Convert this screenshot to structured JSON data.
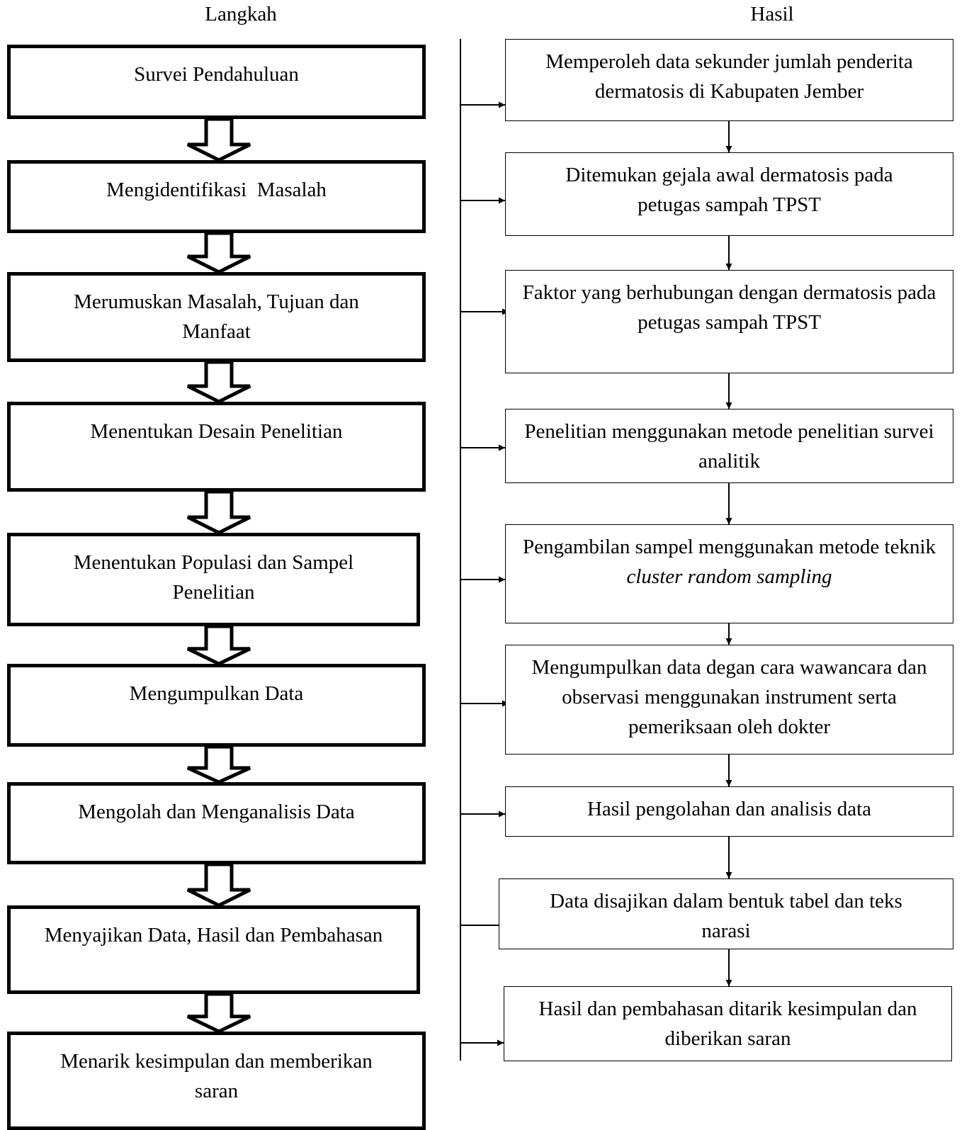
{
  "headers": {
    "left": "Langkah",
    "right": "Hasil"
  },
  "steps": [
    "Survei Pendahuluan",
    "Mengidentifikasi  Masalah",
    "Merumuskan Masalah, Tujuan dan Manfaat",
    "Menentukan Desain Penelitian",
    "Menentukan Populasi dan Sampel Penelitian",
    "Mengumpulkan Data",
    "Mengolah dan Menganalisis Data",
    "Menyajikan Data, Hasil dan Pembahasan",
    "Menarik kesimpulan dan memberikan saran"
  ],
  "results": [
    {
      "text": "Memperoleh data sekunder jumlah penderita dermatosis di Kabupaten Jember"
    },
    {
      "text": "Ditemukan gejala awal dermatosis pada petugas sampah TPST"
    },
    {
      "text": "Faktor yang berhubungan dengan dermatosis pada petugas sampah TPST"
    },
    {
      "text": "Penelitian menggunakan metode penelitian survei analitik"
    },
    {
      "text": "Pengambilan sampel menggunakan metode teknik ",
      "italic": "cluster random sampling"
    },
    {
      "text": "Mengumpulkan data degan cara wawancara dan observasi menggunakan instrument serta pemeriksaan oleh dokter"
    },
    {
      "text": "Hasil pengolahan dan analisis data"
    },
    {
      "text": "Data disajikan dalam bentuk tabel dan teks narasi"
    },
    {
      "text": "Hasil dan pembahasan ditarik kesimpulan dan diberikan saran"
    }
  ]
}
